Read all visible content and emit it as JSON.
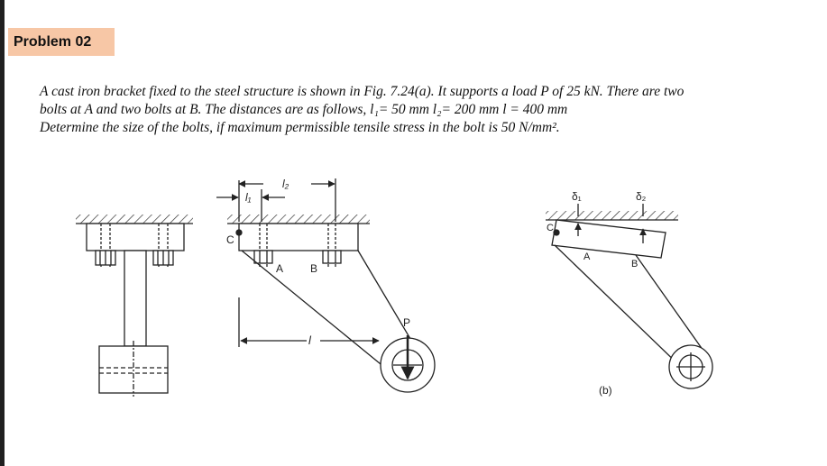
{
  "header": {
    "problem_label": "Problem 02"
  },
  "statement": {
    "line1": "A cast iron bracket fixed to the steel structure is shown in Fig. 7.24(a). It supports a load P of 25 kN. There are two",
    "line2": "bolts at A and two bolts at B. The distances are as follows, l₁= 50 mm l₂= 200 mm l = 400 mm",
    "line3": "Determine the size of the bolts, if maximum permissible tensile stress in the bolt is 50 N/mm²."
  },
  "figure": {
    "labels": {
      "C": "C",
      "A": "A",
      "B": "B",
      "P": "P",
      "l": "l",
      "l1": "l₁",
      "l2": "l₂",
      "delta1": "δ₁",
      "delta2": "δ₂",
      "caption_b": "(b)"
    }
  }
}
